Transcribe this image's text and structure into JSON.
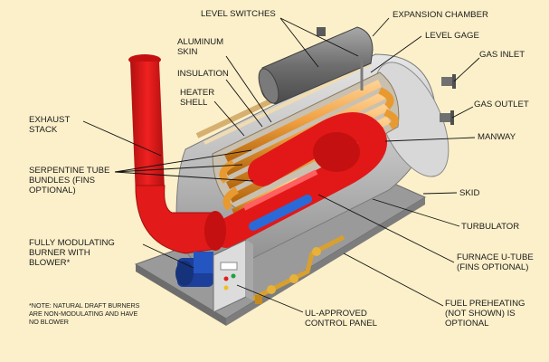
{
  "labels": {
    "level_switches": "LEVEL SWITCHES",
    "expansion_chamber": "EXPANSION CHAMBER",
    "level_gage": "LEVEL GAGE",
    "gas_inlet": "GAS INLET",
    "gas_outlet": "GAS OUTLET",
    "manway": "MANWAY",
    "skid": "SKID",
    "turbulator": "TURBULATOR",
    "furnace_u_tube_1": "FURNACE U-TUBE",
    "furnace_u_tube_2": "(FINS OPTIONAL)",
    "fuel_preheating_1": "FUEL PREHEATING",
    "fuel_preheating_2": "(NOT SHOWN) IS",
    "fuel_preheating_3": "OPTIONAL",
    "control_panel_1": "UL-APPROVED",
    "control_panel_2": "CONTROL PANEL",
    "aluminum_skin_1": "ALUMINUM",
    "aluminum_skin_2": "SKIN",
    "insulation": "INSULATION",
    "heater_shell_1": "HEATER",
    "heater_shell_2": "SHELL",
    "exhaust_stack_1": "EXHAUST",
    "exhaust_stack_2": "STACK",
    "serpentine_1": "SERPENTINE TUBE",
    "serpentine_2": "BUNDLES (FINS",
    "serpentine_3": "OPTIONAL)",
    "burner_1": "FULLY MODULATING",
    "burner_2": "BURNER WITH",
    "burner_3": "BLOWER*"
  },
  "note": {
    "line1": "*NOTE: NATURAL DRAFT BURNERS",
    "line2": "ARE NON-MODULATING AND HAVE",
    "line3": "NO BLOWER"
  }
}
